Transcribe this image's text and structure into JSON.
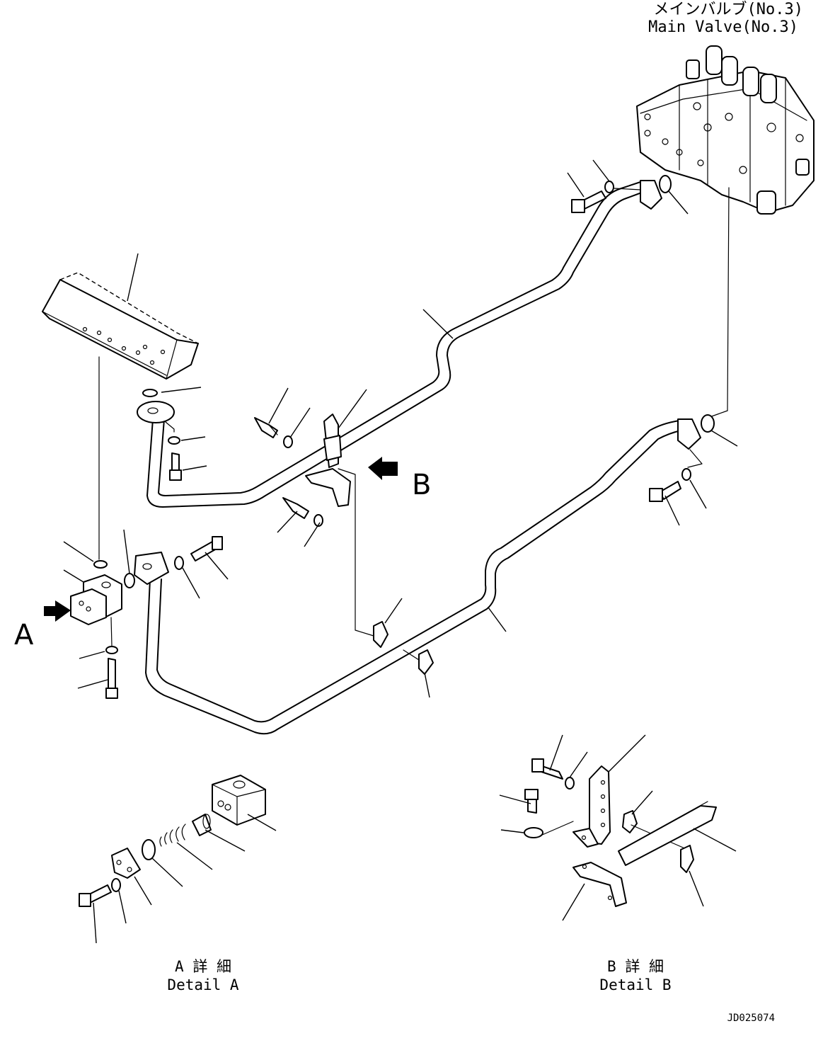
{
  "labels": {
    "main_valve_jp": "メインバルブ(No.3)",
    "main_valve_en": "Main Valve(No.3)",
    "view_a": "A",
    "view_b": "B",
    "detail_a_jp": "A 詳 細",
    "detail_a_en": "Detail A",
    "detail_b_jp": "B 詳 細",
    "detail_b_en": "Detail B",
    "drawing_code": "JD025074"
  }
}
